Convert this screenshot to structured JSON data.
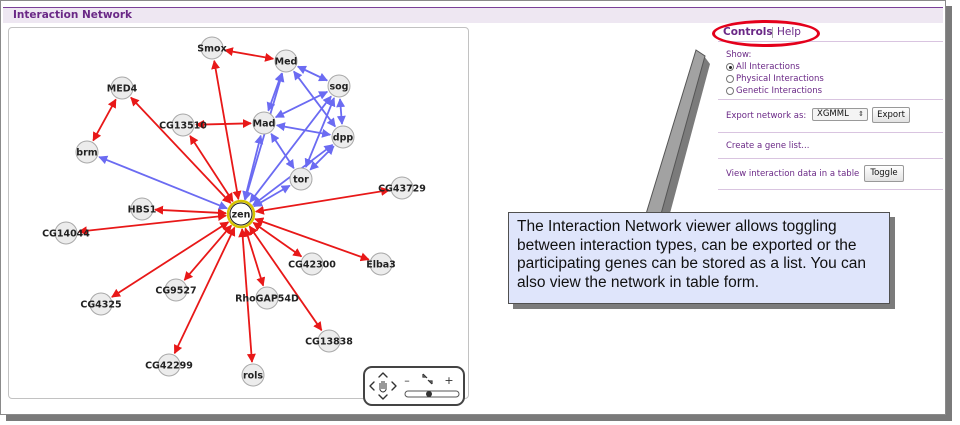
{
  "panel": {
    "title": "Interaction Network"
  },
  "colors": {
    "physical": "#6b6bf2",
    "genetic": "#e81818",
    "accent": "#6a2886",
    "highlight": "#e4001b"
  },
  "network": {
    "center": "zen",
    "nodes": [
      {
        "id": "Smox",
        "label": "Smox"
      },
      {
        "id": "Med",
        "label": "Med"
      },
      {
        "id": "sog",
        "label": "sog"
      },
      {
        "id": "MED4",
        "label": "MED4"
      },
      {
        "id": "CG13510",
        "label": "CG13510"
      },
      {
        "id": "Mad",
        "label": "Mad"
      },
      {
        "id": "dpp",
        "label": "dpp"
      },
      {
        "id": "brm",
        "label": "brm"
      },
      {
        "id": "tor",
        "label": "tor"
      },
      {
        "id": "CG43729",
        "label": "CG43729"
      },
      {
        "id": "HBS1",
        "label": "HBS1"
      },
      {
        "id": "zen",
        "label": "zen"
      },
      {
        "id": "CG14044",
        "label": "CG14044"
      },
      {
        "id": "CG42300",
        "label": "CG42300"
      },
      {
        "id": "Elba3",
        "label": "Elba3"
      },
      {
        "id": "CG9527",
        "label": "CG9527"
      },
      {
        "id": "CG4325",
        "label": "CG4325"
      },
      {
        "id": "RhoGAP54D",
        "label": "RhoGAP54D"
      },
      {
        "id": "CG13838",
        "label": "CG13838"
      },
      {
        "id": "CG42299",
        "label": "CG42299"
      },
      {
        "id": "rols",
        "label": "rols"
      }
    ],
    "edges": [
      {
        "source": "zen",
        "target": "Smox",
        "type": "genetic"
      },
      {
        "source": "zen",
        "target": "MED4",
        "type": "genetic"
      },
      {
        "source": "zen",
        "target": "CG13510",
        "type": "genetic"
      },
      {
        "source": "zen",
        "target": "HBS1",
        "type": "genetic"
      },
      {
        "source": "zen",
        "target": "CG14044",
        "type": "genetic"
      },
      {
        "source": "zen",
        "target": "CG4325",
        "type": "genetic"
      },
      {
        "source": "zen",
        "target": "CG9527",
        "type": "genetic"
      },
      {
        "source": "zen",
        "target": "CG42299",
        "type": "genetic"
      },
      {
        "source": "zen",
        "target": "rols",
        "type": "genetic"
      },
      {
        "source": "zen",
        "target": "RhoGAP54D",
        "type": "genetic"
      },
      {
        "source": "zen",
        "target": "CG13838",
        "type": "genetic"
      },
      {
        "source": "zen",
        "target": "CG42300",
        "type": "genetic"
      },
      {
        "source": "zen",
        "target": "Elba3",
        "type": "genetic"
      },
      {
        "source": "zen",
        "target": "CG43729",
        "type": "genetic"
      },
      {
        "source": "MED4",
        "target": "brm",
        "type": "genetic"
      },
      {
        "source": "Smox",
        "target": "Med",
        "type": "genetic"
      },
      {
        "source": "CG13510",
        "target": "Mad",
        "type": "genetic"
      },
      {
        "source": "zen",
        "target": "brm",
        "type": "physical"
      },
      {
        "source": "zen",
        "target": "Med",
        "type": "physical"
      },
      {
        "source": "zen",
        "target": "Mad",
        "type": "physical"
      },
      {
        "source": "zen",
        "target": "sog",
        "type": "physical"
      },
      {
        "source": "zen",
        "target": "dpp",
        "type": "physical"
      },
      {
        "source": "zen",
        "target": "tor",
        "type": "physical"
      },
      {
        "source": "Med",
        "target": "sog",
        "type": "physical"
      },
      {
        "source": "Med",
        "target": "Mad",
        "type": "physical"
      },
      {
        "source": "Med",
        "target": "dpp",
        "type": "physical"
      },
      {
        "source": "Mad",
        "target": "sog",
        "type": "physical"
      },
      {
        "source": "Mad",
        "target": "dpp",
        "type": "physical"
      },
      {
        "source": "Mad",
        "target": "tor",
        "type": "physical"
      },
      {
        "source": "sog",
        "target": "dpp",
        "type": "physical"
      },
      {
        "source": "tor",
        "target": "dpp",
        "type": "physical"
      },
      {
        "source": "tor",
        "target": "sog",
        "type": "physical"
      }
    ]
  },
  "nav": {
    "zoom_out": "–",
    "zoom_in": "+"
  },
  "controls": {
    "tabs": {
      "controls": "Controls",
      "help": "Help"
    },
    "show_label": "Show:",
    "options": [
      {
        "label": "All Interactions",
        "selected": true
      },
      {
        "label": "Physical Interactions",
        "selected": false
      },
      {
        "label": "Genetic Interactions",
        "selected": false
      }
    ],
    "export_label": "Export network as:",
    "export_format": "XGMML",
    "export_button": "Export",
    "gene_list_link": "Create a gene list...",
    "table_label": "View interaction data in a table",
    "toggle_button": "Toggle"
  },
  "callout": {
    "text": "The Interaction Network viewer allows toggling between interaction types, can be exported or the participating genes can be stored as a list. You can also view the network in table form."
  }
}
